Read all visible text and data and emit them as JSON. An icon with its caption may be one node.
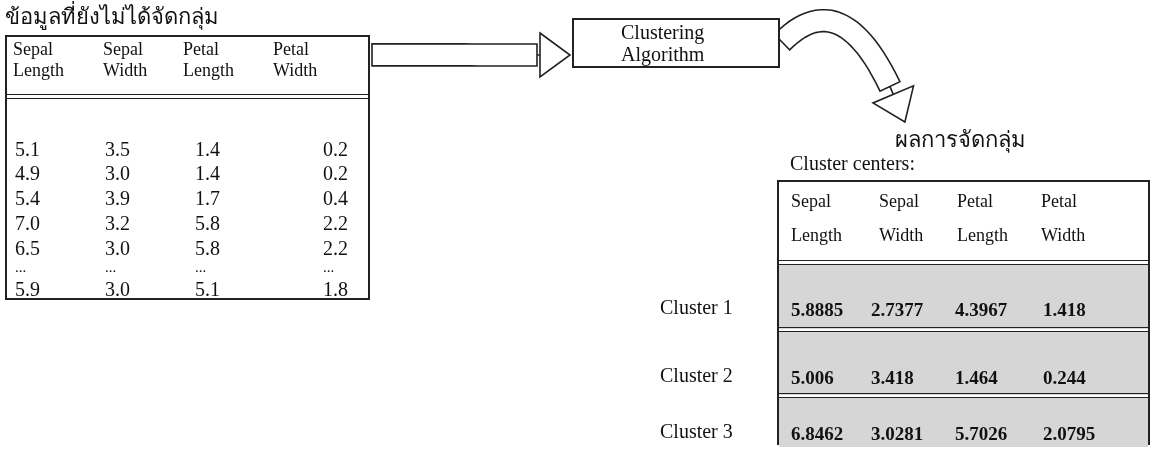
{
  "diagram": {
    "nodes": [
      {
        "text": [
          "ข้อมูลที่ยังไม่ได้จัดกลุ่ม"
        ]
      },
      {
        "text": [
          "Clustering Algorithm"
        ]
      },
      {
        "text": [
          "ผลการจัดกลุ่ม",
          "Cluster centers:"
        ]
      }
    ],
    "edges": [
      {
        "from": 0,
        "to": 1,
        "arrow": "to"
      },
      {
        "from": 1,
        "to": 2,
        "arrow": "to"
      }
    ],
    "labels": [
      "Sepal Length",
      "Sepal Width",
      "Petal Length",
      "Petal Width",
      "5.1",
      "3.5",
      "1.4",
      "0.2",
      "4.9",
      "3.0",
      "1.4",
      "0.2",
      "5.4",
      "3.9",
      "1.7",
      "0.4",
      "7.0",
      "3.2",
      "5.8",
      "2.2",
      "6.5",
      "3.0",
      "5.8",
      "2.2",
      "...",
      "...",
      "...",
      "...",
      "5.9",
      "3.0",
      "5.1",
      "1.8",
      "Sepal Length",
      "Sepal Width",
      "Petal Length",
      "Petal Width",
      "Cluster 1",
      "5.8885",
      "2.7377",
      "4.3967",
      "1.418",
      "Cluster 2",
      "5.006",
      "3.418",
      "1.464",
      "0.244",
      "Cluster 3",
      "6.8462",
      "3.0281",
      "5.7026",
      "2.0795"
    ]
  }
}
